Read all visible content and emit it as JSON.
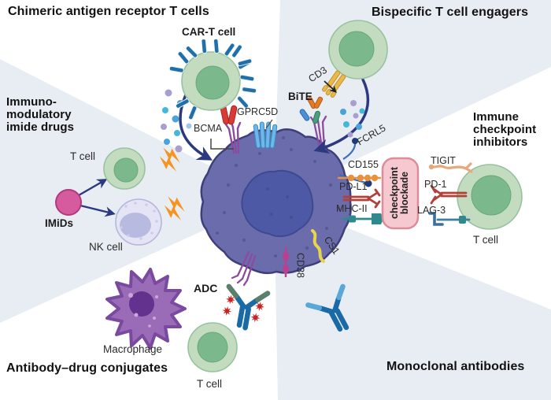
{
  "sections": {
    "car_t": {
      "heading": "Chimeric antigen receptor T cells"
    },
    "bite": {
      "heading": "Bispecific T cell engagers"
    },
    "imids": {
      "heading_lines": [
        "Immuno-",
        "modulatory",
        "imide drugs"
      ]
    },
    "checkpoint": {
      "heading_lines": [
        "Immune",
        "checkpoint",
        "inhibitors"
      ]
    },
    "adc": {
      "heading": "Antibody–drug conjugates"
    },
    "mab": {
      "heading": "Monoclonal antibodies"
    }
  },
  "labels": {
    "car_t_cell": "CAR-T cell",
    "bcma": "BCMA",
    "gprc5d": "GPRC5D",
    "cd3": "CD3",
    "bite": "BiTE",
    "fcrl5": "FCRL5",
    "cd155": "CD155",
    "pd_l1": "PD-L1",
    "mhc_ii": "MHC-II",
    "tigit": "TIGIT",
    "pd_1": "PD-1",
    "lag_3": "LAG-3",
    "cs1": "CS1",
    "cd38": "CD38",
    "t_cell": "T cell",
    "nk_cell": "NK cell",
    "imids": "IMiDs",
    "macrophage": "Macrophage",
    "adc": "ADC",
    "checkpoint_blockade_lines": [
      "checkpoint",
      "blockade"
    ]
  },
  "colors": {
    "wedge_gray": "#e8edf3",
    "myeloma_body": "#6b6cab",
    "myeloma_nucleus": "#4d59a4",
    "t_cell_outer": "#c3dcc0",
    "t_cell_nucleus": "#7bb88b",
    "nk_outer": "#e4e4f5",
    "nk_nucleus": "#b9badf",
    "macrophage": "#9a6cb8",
    "imids_drug": "#d55a9e",
    "car_blue": "#1f6fa8",
    "car_red": "#d93a35",
    "bcma_purple": "#8b4ba0",
    "gprc5d_blue": "#6db8e8",
    "fcrl5_blue": "#3a6fb5",
    "cd155_orange": "#e8923f",
    "pd_red": "#b04038",
    "mhc_teal": "#2f8a8f",
    "cs1_yellow": "#e8d44d",
    "cd38_magenta": "#b5438f",
    "tigit_orange": "#e8a87a",
    "lag3_blue": "#3c7f9e",
    "arrow_navy": "#2b3a80",
    "bolt_orange": "#f59420",
    "blockade_box_fill": "#f6c8cf",
    "blockade_box_border": "#dc8d99",
    "adc_payload_red": "#cc2222"
  }
}
